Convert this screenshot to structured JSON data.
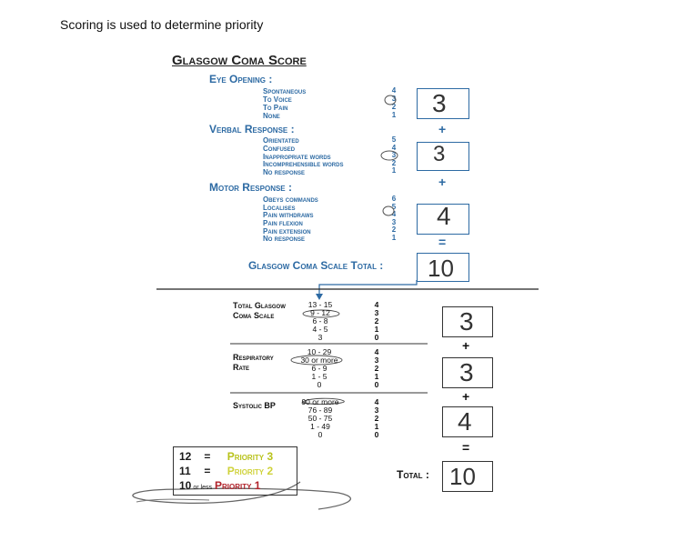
{
  "intro": "Scoring is used to determine priority",
  "gcs": {
    "title": "Glasgow Coma Score",
    "eye": {
      "heading": "Eye Opening :",
      "options": [
        "Spontaneous",
        "To Voice",
        "To Pain",
        "None"
      ],
      "values": [
        "4",
        "3",
        "2",
        "1"
      ],
      "score": "3"
    },
    "verbal": {
      "heading": "Verbal Response :",
      "options": [
        "Orientated",
        "Confused",
        "Inappropriate words",
        "Incomprehensible words",
        "No response"
      ],
      "values": [
        "5",
        "4",
        "3",
        "2",
        "1"
      ],
      "score": "3"
    },
    "motor": {
      "heading": "Motor Response :",
      "options": [
        "Obeys commands",
        "Localises",
        "Pain withdraws",
        "Pain flexion",
        "Pain extension",
        "No response"
      ],
      "values": [
        "6",
        "5",
        "4",
        "3",
        "2",
        "1"
      ],
      "score": "4"
    },
    "plus": "+",
    "equals": "=",
    "total_label": "Glasgow Coma Scale Total :",
    "total": "10"
  },
  "triage": {
    "rows": [
      {
        "label_line1": "Total Glasgow",
        "label_line2": "Coma Scale",
        "ranges": [
          "13 - 15",
          "9 - 12",
          "6 - 8",
          "4 - 5",
          "3"
        ],
        "values": [
          "4",
          "3",
          "2",
          "1",
          "0"
        ],
        "score": "3"
      },
      {
        "label_line1": "Respiratory",
        "label_line2": "Rate",
        "ranges": [
          "10 - 29",
          "30 or more",
          "6 - 9",
          "1 - 5",
          "0"
        ],
        "values": [
          "4",
          "3",
          "2",
          "1",
          "0"
        ],
        "score": "3"
      },
      {
        "label_line1": "Systolic BP",
        "label_line2": "",
        "ranges": [
          "90 or more",
          "76 - 89",
          "50 - 75",
          "1 - 49",
          "0"
        ],
        "values": [
          "4",
          "3",
          "2",
          "1",
          "0"
        ],
        "score": "4"
      }
    ],
    "plus": "+",
    "equals": "=",
    "total_label": "Total :",
    "total": "10"
  },
  "priority": {
    "rows": [
      {
        "score": "12",
        "suffix": "",
        "eq": "=",
        "label": "Priority 3",
        "color": "#b8c21a"
      },
      {
        "score": "11",
        "suffix": "",
        "eq": "=",
        "label": "Priority 2",
        "color": "#cfd23a"
      },
      {
        "score": "10",
        "suffix": "or less",
        "eq": "",
        "label": "Priority 1",
        "color": "#b0222a"
      }
    ]
  },
  "colors": {
    "accent": "#2d6aa3",
    "ink": "#1a1a1a"
  }
}
